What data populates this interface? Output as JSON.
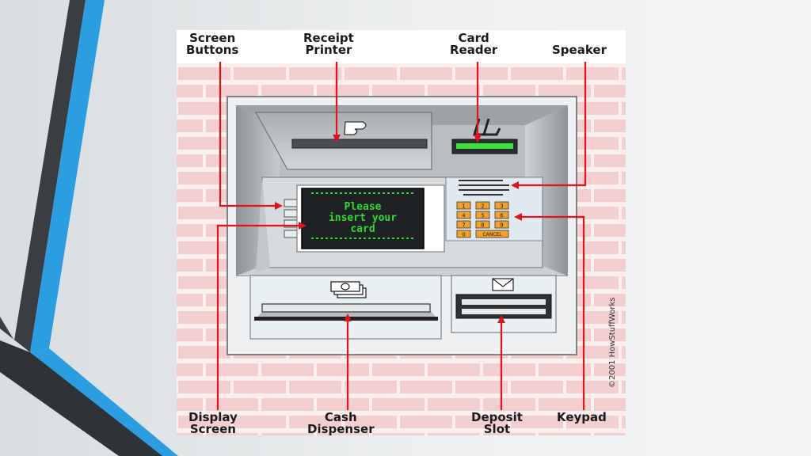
{
  "callouts": {
    "screen_buttons": [
      "Screen",
      "Buttons"
    ],
    "receipt_printer": [
      "Receipt",
      "Printer"
    ],
    "card_reader": [
      "Card",
      "Reader"
    ],
    "speaker": "Speaker",
    "display_screen": [
      "Display",
      "Screen"
    ],
    "cash_dispenser": [
      "Cash",
      "Dispenser"
    ],
    "deposit_slot": [
      "Deposit",
      "Slot"
    ],
    "keypad": "Keypad"
  },
  "screen_text": [
    "Please",
    "insert your",
    "card"
  ],
  "keypad": {
    "keys": [
      "1",
      "2",
      "3",
      "4",
      "5",
      "6",
      "7",
      "8",
      "9",
      "0"
    ],
    "cancel": "CANCEL"
  },
  "copyright": "©2001 HowStuffWorks",
  "colors": {
    "arrow": "#e8111b",
    "screen_text": "#2bdc2e",
    "brick": "#f2cece",
    "key": "#f2a22b"
  },
  "icons": [
    "cash-bills-icon",
    "envelope-icon",
    "receipt-icon",
    "card-icon"
  ]
}
